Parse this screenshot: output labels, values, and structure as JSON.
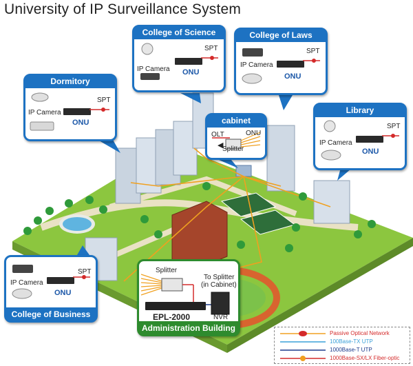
{
  "title": "University of IP Surveillance System",
  "callouts": {
    "science": {
      "header": "College of Science",
      "camera": "IP Camera",
      "onu": "ONU",
      "spt": "SPT"
    },
    "laws": {
      "header": "College of Laws",
      "camera": "IP Camera",
      "onu": "ONU",
      "spt": "SPT"
    },
    "dormitory": {
      "header": "Dormitory",
      "camera": "IP Camera",
      "onu": "ONU",
      "spt": "SPT"
    },
    "cabinet": {
      "header": "cabinet",
      "olt": "OLT",
      "onu": "ONU",
      "splitter": "Splitter"
    },
    "library": {
      "header": "Library",
      "camera": "IP Camera",
      "onu": "ONU",
      "spt": "SPT"
    },
    "business": {
      "footer": "College of Business",
      "camera": "IP Camera",
      "onu": "ONU",
      "spt": "SPT"
    },
    "admin": {
      "footer": "Administration Building",
      "splitter": "Splitter",
      "to_splitter": "To Splitter",
      "in_cabinet": "(in Cabinet)",
      "device": "EPL-2000",
      "nvr": "NVR"
    }
  },
  "legend": [
    {
      "label": "Passive Optical Network",
      "color": "#d42a2a"
    },
    {
      "label": "100Base-TX UTP",
      "color": "#3aa0d8"
    },
    {
      "label": "1000Base-T UTP",
      "color": "#1b3a8c"
    },
    {
      "label": "1000Base-SX/LX Fiber-optic",
      "color": "#d42a2a"
    }
  ],
  "colors": {
    "accent": "#1d72c2",
    "admin_green": "#2e8b2e",
    "fiber_orange": "#f0a020",
    "grass": "#8cc63f"
  }
}
